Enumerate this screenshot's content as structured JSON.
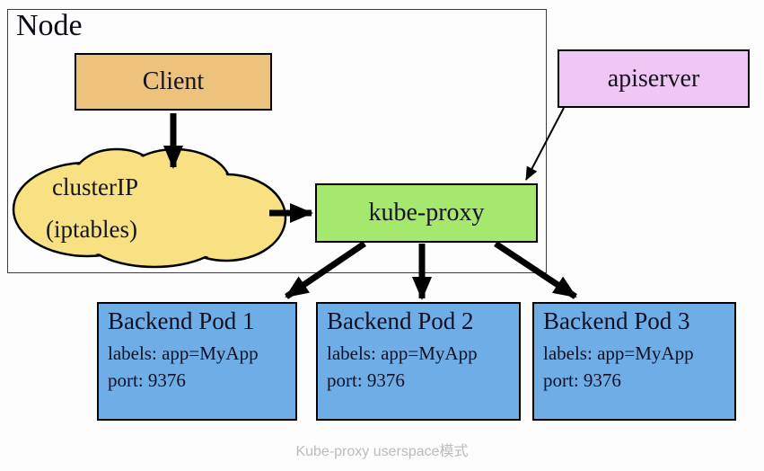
{
  "diagram": {
    "node_label": "Node",
    "client_label": "Client",
    "cloud": {
      "line1": "clusterIP",
      "line2": "(iptables)"
    },
    "kube_proxy_label": "kube-proxy",
    "apiserver_label": "apiserver",
    "pods": [
      {
        "title": "Backend Pod 1",
        "labels": "labels: app=MyApp",
        "port": "port: 9376"
      },
      {
        "title": "Backend Pod 2",
        "labels": "labels: app=MyApp",
        "port": "port: 9376"
      },
      {
        "title": "Backend Pod 3",
        "labels": "labels: app=MyApp",
        "port": "port: 9376"
      }
    ],
    "caption": "Kube-proxy userspace模式",
    "colors": {
      "client": "#ecc27c",
      "cloud": "#f8e183",
      "kube_proxy": "#a6e86e",
      "apiserver": "#f0c6f4",
      "pod": "#6fade6",
      "border": "#000000",
      "caption_text": "#bbbbbb"
    }
  }
}
